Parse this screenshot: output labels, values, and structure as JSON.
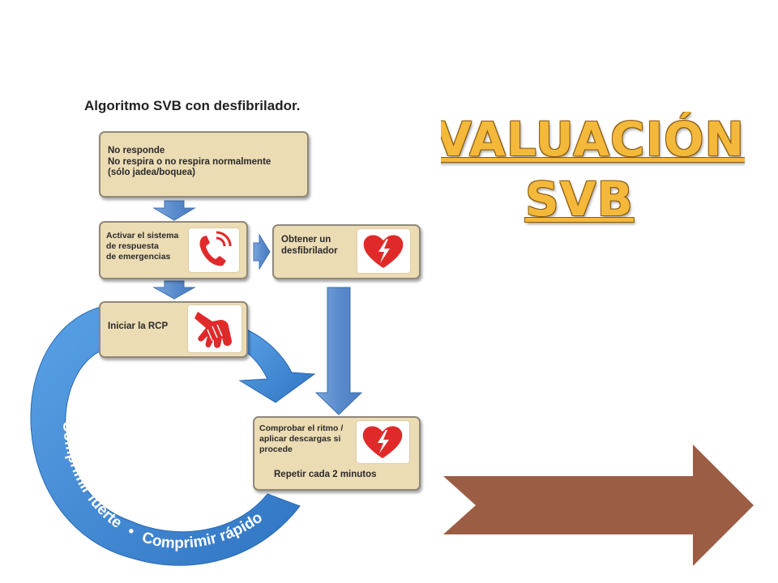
{
  "diagram": {
    "title": "Algoritmo SVB con desfibrilador.",
    "steps": [
      {
        "lines": [
          "No responde",
          "No respira o no respira normalmente",
          "(sólo jadea/boquea)"
        ]
      },
      {
        "lines": [
          "Activar el sistema",
          "de respuesta",
          "de emergencias"
        ],
        "icon": "phone-icon"
      },
      {
        "lines": [
          "Obtener un",
          "desfibrilador"
        ],
        "icon": "defibrillator-heart-icon"
      },
      {
        "lines": [
          "Iniciar la RCP"
        ],
        "icon": "hands-icon"
      },
      {
        "lines": [
          "Comprobar el ritmo /",
          "aplicar descargas si",
          "procede"
        ],
        "footer": "Repetir cada 2 minutos",
        "icon": "defibrillator-heart-icon"
      }
    ],
    "cycle_label": {
      "part1": "Comprimir fuerte",
      "separator": "•",
      "part2": "Comprimir rápido"
    }
  },
  "heading": {
    "line1": "EVALUACIÓN",
    "line2": " SVB"
  },
  "colors": {
    "box_fill": "#ecdcb4",
    "box_border": "#8f887a",
    "flow_arrow": "#5b8ed0",
    "cycle_arrow": "#3f88d4",
    "icon_red": "#e02a2a",
    "heading_gold": "#f4b93b",
    "nav_arrow": "#9b5d44"
  }
}
